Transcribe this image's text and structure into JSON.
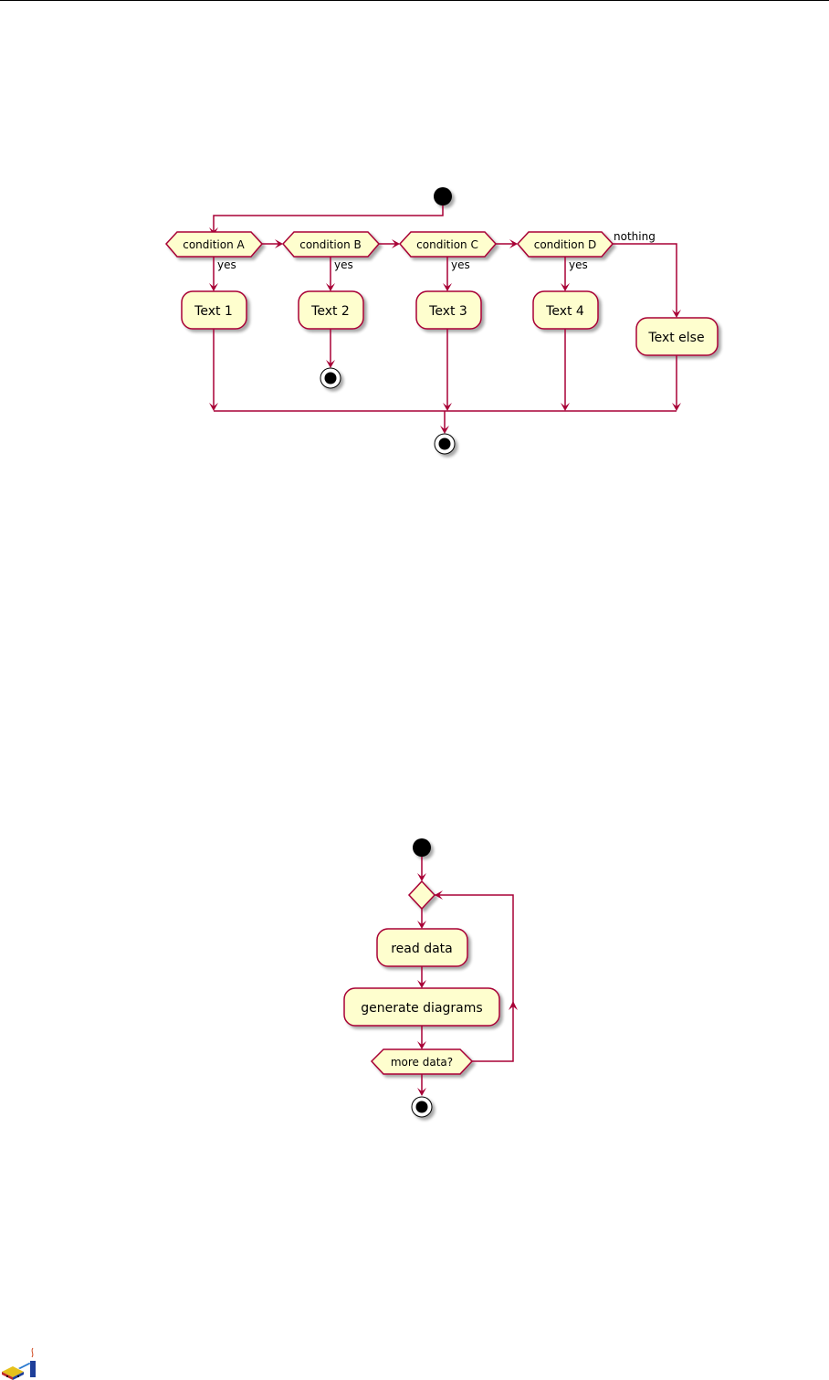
{
  "colors": {
    "node_fill": "#fefece",
    "line": "#a80036",
    "terminal": "#000000",
    "background": "#ffffff"
  },
  "diagram1": {
    "conditions": [
      "condition A",
      "condition B",
      "condition C",
      "condition D"
    ],
    "branch_label": "yes",
    "else_label": "nothing",
    "actions": [
      "Text 1",
      "Text 2",
      "Text 3",
      "Text 4"
    ],
    "else_action": "Text else"
  },
  "diagram2": {
    "actions": [
      "read data",
      "generate diagrams"
    ],
    "loop_condition": "more data?"
  },
  "footer": {
    "logo_icon": "publisher-logo-icon"
  }
}
